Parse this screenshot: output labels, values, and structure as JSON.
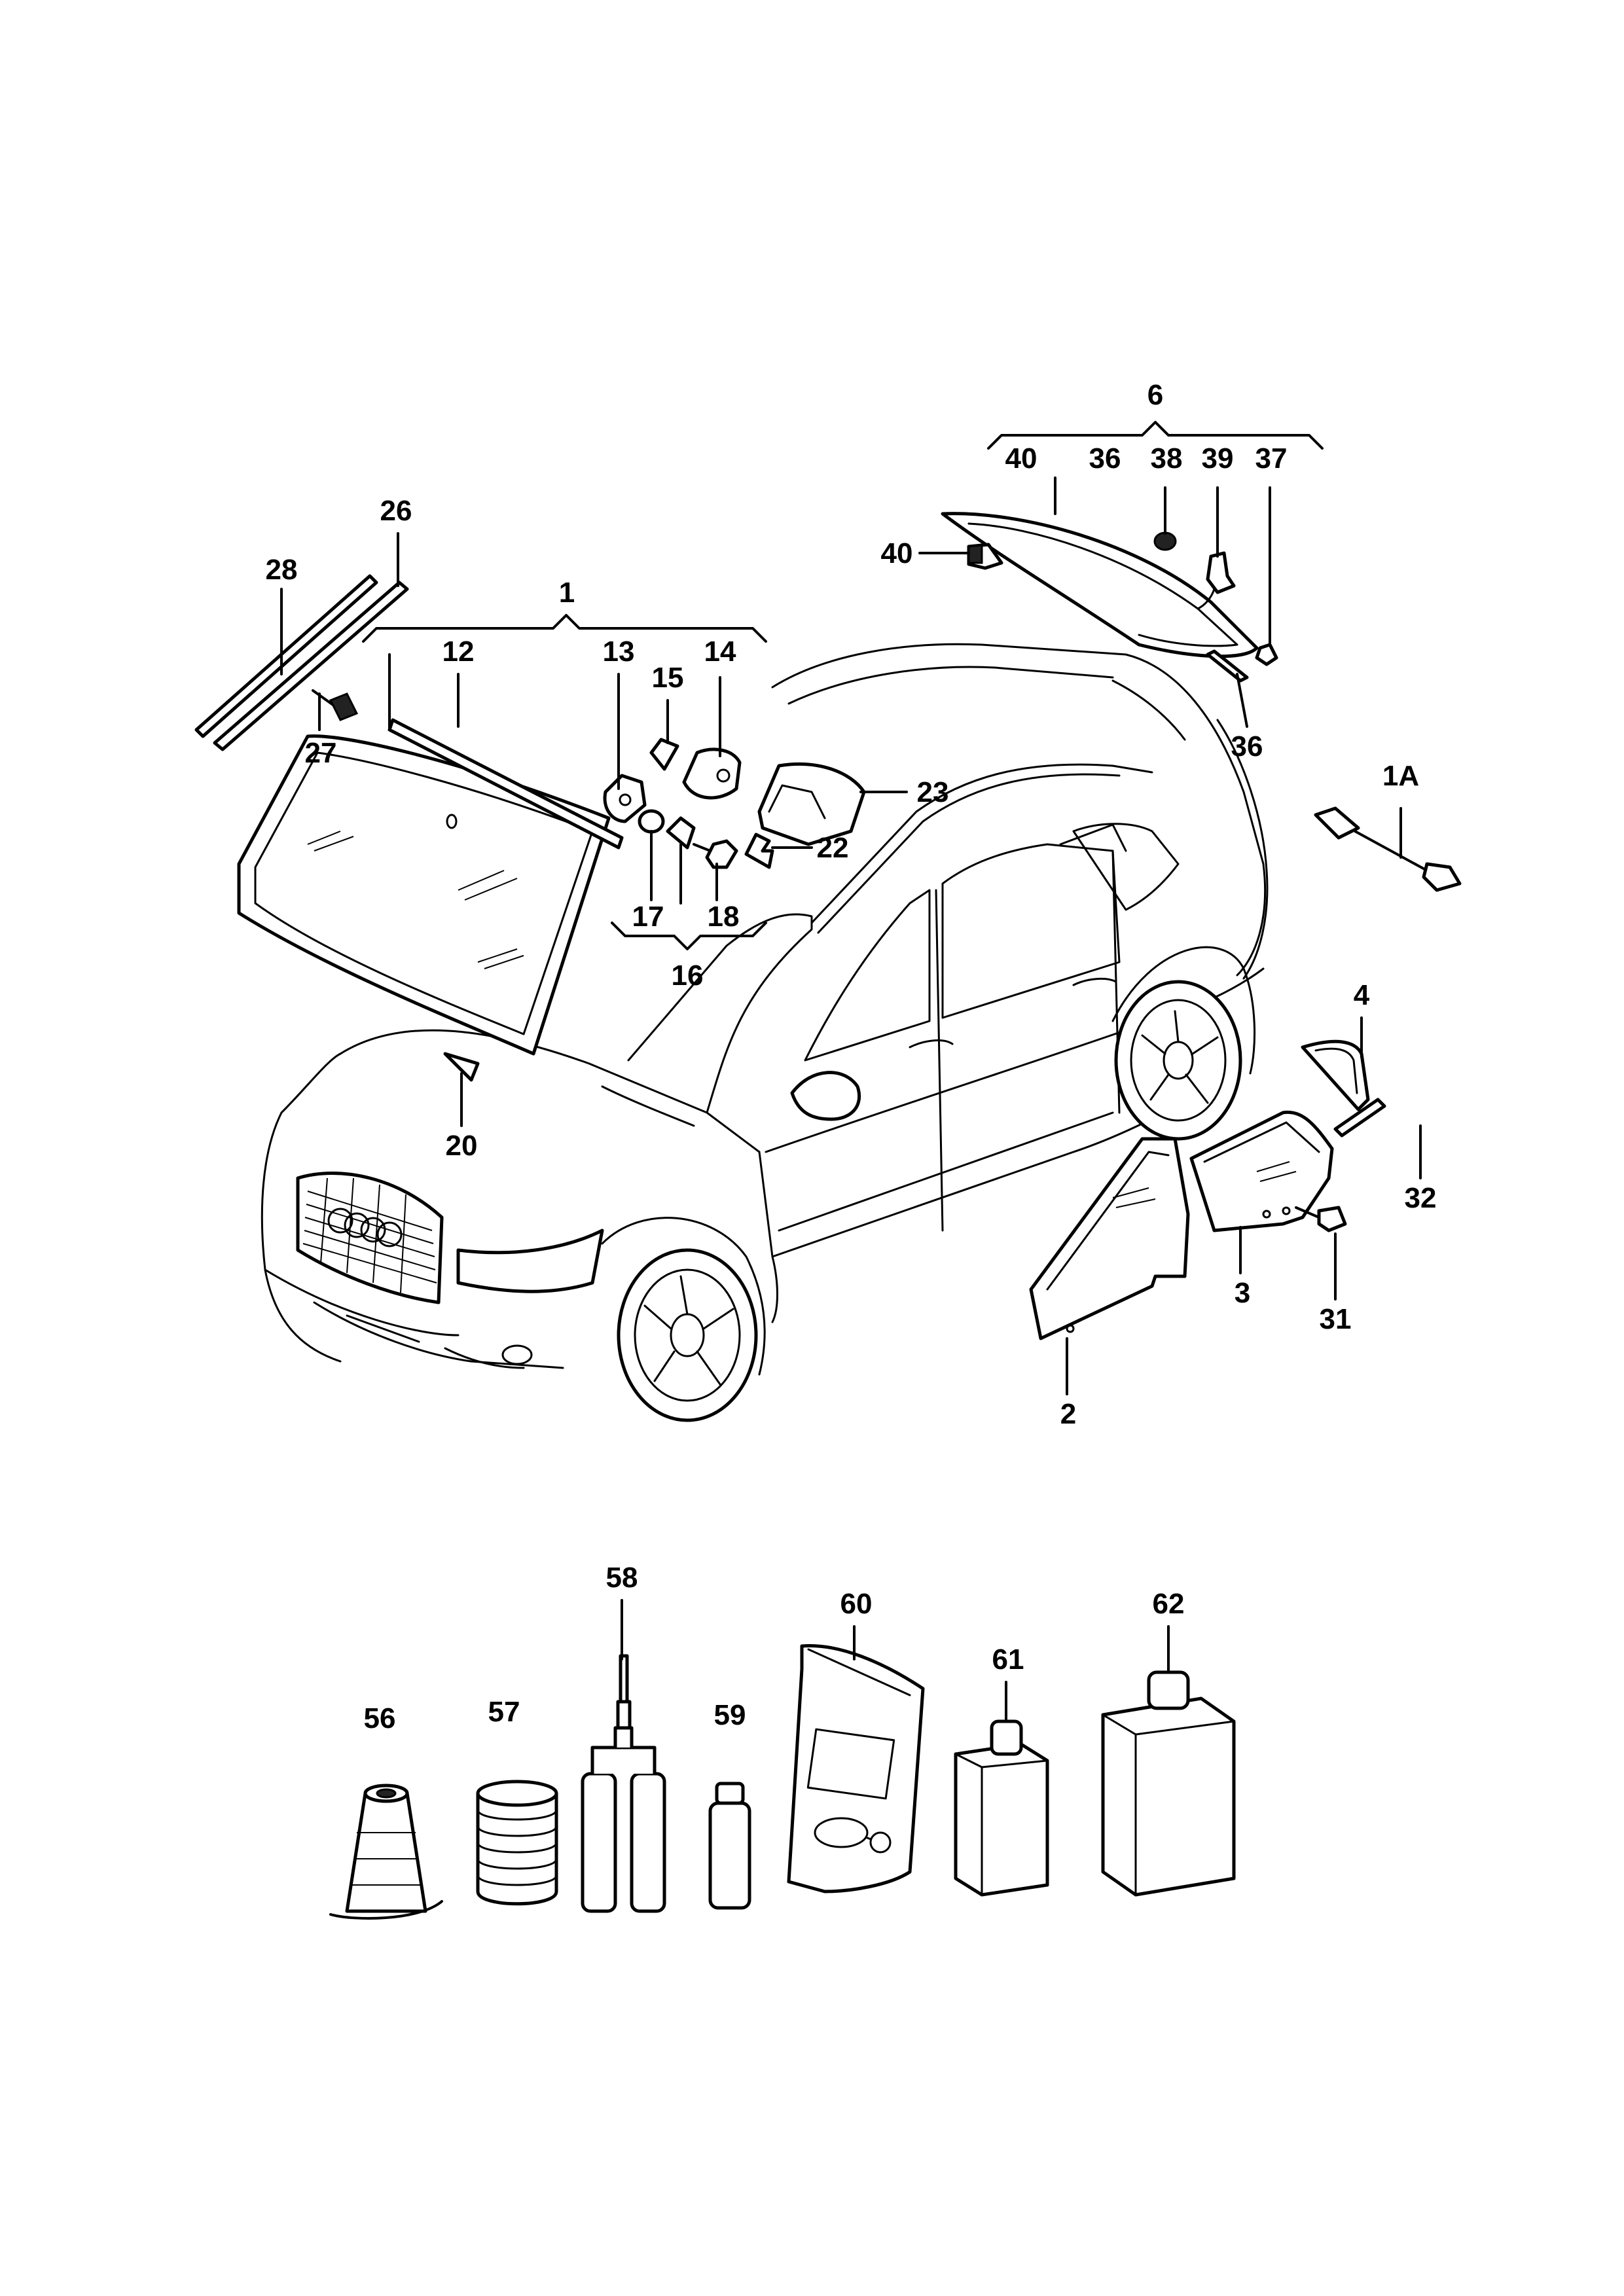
{
  "diagram": {
    "labels": {
      "l1": "1",
      "l1a": "1A",
      "l2": "2",
      "l3": "3",
      "l4": "4",
      "l6": "6",
      "l12": "12",
      "l13": "13",
      "l14": "14",
      "l15": "15",
      "l16": "16",
      "l17": "17",
      "l18": "18",
      "l20": "20",
      "l22": "22",
      "l23": "23",
      "l26": "26",
      "l27": "27",
      "l28": "28",
      "l31": "31",
      "l32": "32",
      "l36a": "36",
      "l36b": "36",
      "l37": "37",
      "l38": "38",
      "l39": "39",
      "l40a": "40",
      "l40b": "40",
      "l56": "56",
      "l57": "57",
      "l58": "58",
      "l59": "59",
      "l60": "60",
      "l61": "61",
      "l62": "62"
    }
  }
}
